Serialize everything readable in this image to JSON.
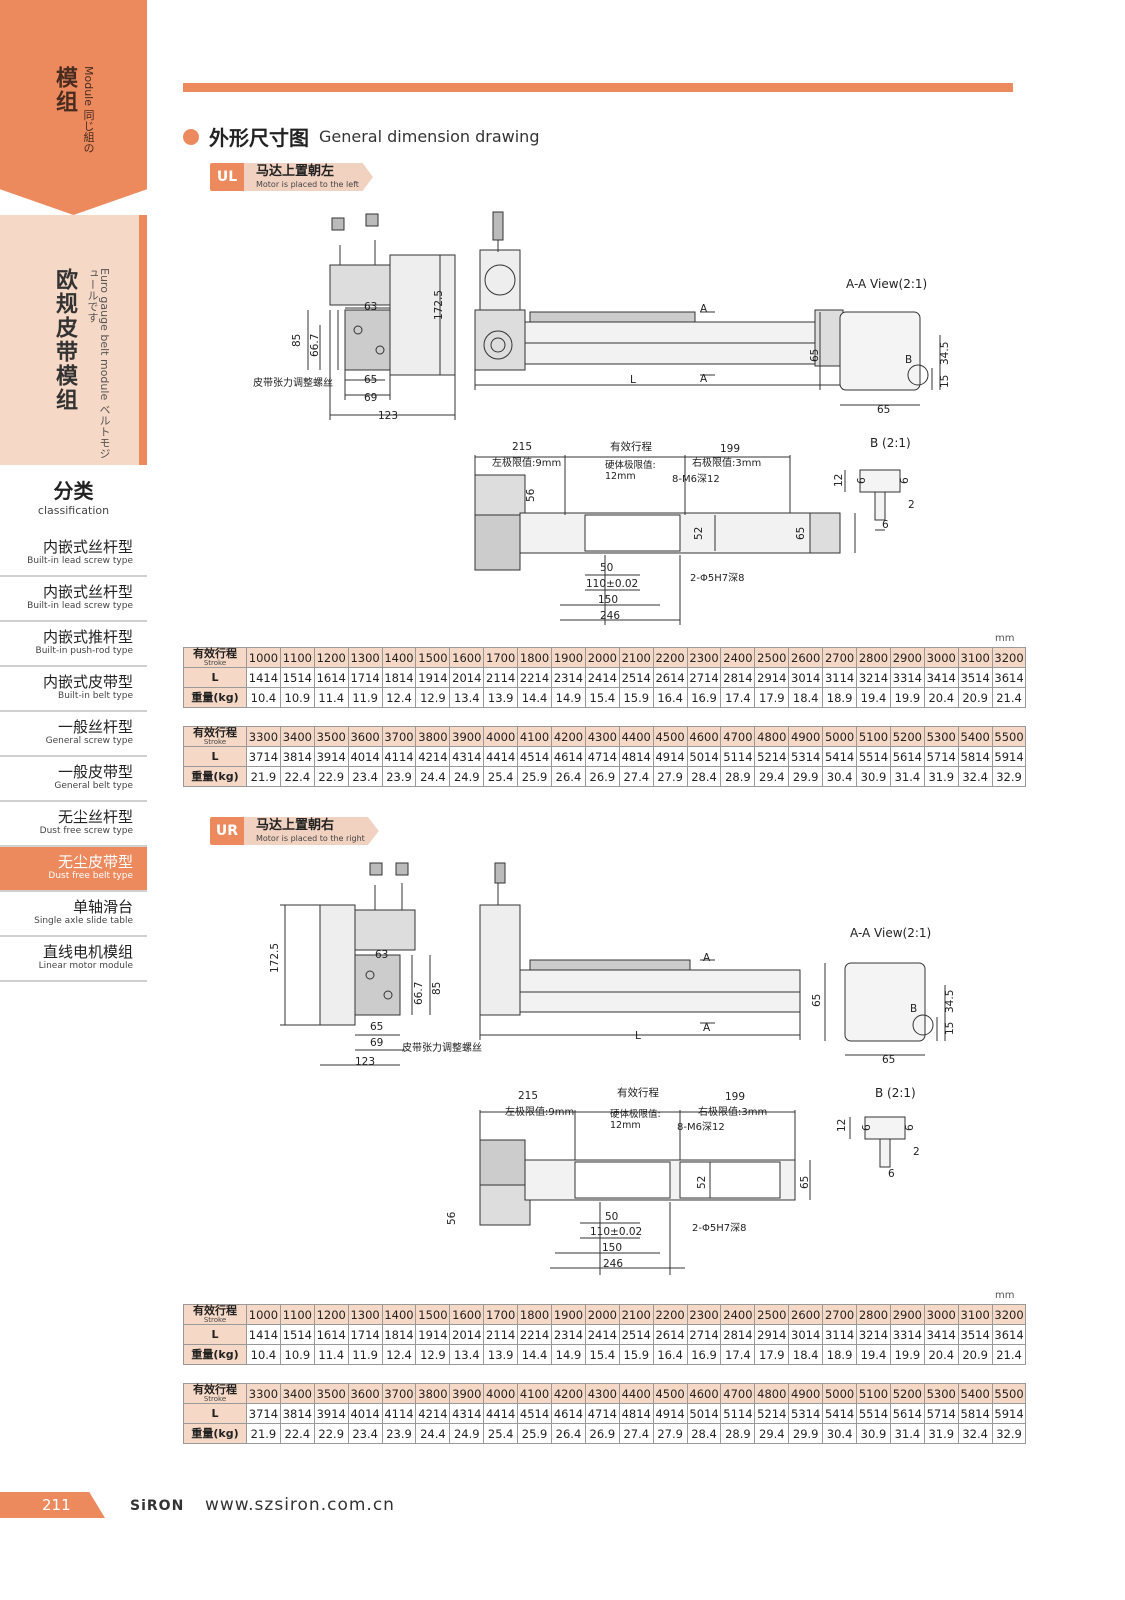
{
  "sidebar": {
    "module_zh": "模组",
    "module_en": "Module",
    "module_jp": "同じ組の",
    "series_zh": "欧规皮带模组",
    "series_en": "Euro gauge belt module",
    "series_jp": "ベルトモジュールです",
    "classification_zh": "分类",
    "classification_en": "classification",
    "nav": [
      {
        "zh": "内嵌式丝杆型",
        "en": "Built-in lead screw type"
      },
      {
        "zh": "内嵌式丝杆型",
        "en": "Built-in lead screw type"
      },
      {
        "zh": "内嵌式推杆型",
        "en": "Built-in push-rod type"
      },
      {
        "zh": "内嵌式皮带型",
        "en": "Built-in belt type"
      },
      {
        "zh": "一般丝杆型",
        "en": "General screw type"
      },
      {
        "zh": "一般皮带型",
        "en": "General belt type"
      },
      {
        "zh": "无尘丝杆型",
        "en": "Dust free screw type"
      },
      {
        "zh": "无尘皮带型",
        "en": "Dust free belt type"
      },
      {
        "zh": "单轴滑台",
        "en": "Single axle slide table"
      },
      {
        "zh": "直线电机模组",
        "en": "Linear motor module"
      }
    ],
    "active_index": 7
  },
  "section": {
    "zh": "外形尺寸图",
    "en": "General dimension drawing"
  },
  "ul": {
    "code": "UL",
    "zh": "马达上置朝左",
    "en": "Motor is placed to the left"
  },
  "ur": {
    "code": "UR",
    "zh": "马达上置朝右",
    "en": "Motor is placed to the right"
  },
  "dims": {
    "d63": "63",
    "d172": "172.5",
    "d85": "85",
    "d667": "66.7",
    "d65": "65",
    "d69": "69",
    "d123": "123",
    "tension": "皮带张力调整螺丝",
    "L": "L",
    "A": "A",
    "aa_view": "A-A View(2:1)",
    "b_view": "B (2:1)",
    "B": "B",
    "d345": "34.5",
    "d15": "15",
    "d215": "215",
    "stroke_label": "有效行程",
    "d199": "199",
    "left_limit": "左极限值:9mm",
    "hard_limit": "硬体极限值:",
    "hard_limit_v": "12mm",
    "right_limit": "右极限值:3mm",
    "m6": "8-M6深12",
    "d56": "56",
    "d52": "52",
    "d50": "50",
    "d110": "110±0.02",
    "d150": "150",
    "d246": "246",
    "phi5": "2-Φ5H7深8",
    "d12": "12",
    "d6": "6",
    "d2": "2"
  },
  "table": {
    "unit": "mm",
    "stroke_zh": "有效行程",
    "stroke_en": "Stroke",
    "l_label": "L",
    "weight_label": "重量(kg)",
    "block1": {
      "stroke": [
        "1000",
        "1100",
        "1200",
        "1300",
        "1400",
        "1500",
        "1600",
        "1700",
        "1800",
        "1900",
        "2000",
        "2100",
        "2200",
        "2300",
        "2400",
        "2500",
        "2600",
        "2700",
        "2800",
        "2900",
        "3000",
        "3100",
        "3200"
      ],
      "L": [
        "1414",
        "1514",
        "1614",
        "1714",
        "1814",
        "1914",
        "2014",
        "2114",
        "2214",
        "2314",
        "2414",
        "2514",
        "2614",
        "2714",
        "2814",
        "2914",
        "3014",
        "3114",
        "3214",
        "3314",
        "3414",
        "3514",
        "3614"
      ],
      "weight": [
        "10.4",
        "10.9",
        "11.4",
        "11.9",
        "12.4",
        "12.9",
        "13.4",
        "13.9",
        "14.4",
        "14.9",
        "15.4",
        "15.9",
        "16.4",
        "16.9",
        "17.4",
        "17.9",
        "18.4",
        "18.9",
        "19.4",
        "19.9",
        "20.4",
        "20.9",
        "21.4"
      ]
    },
    "block2": {
      "stroke": [
        "3300",
        "3400",
        "3500",
        "3600",
        "3700",
        "3800",
        "3900",
        "4000",
        "4100",
        "4200",
        "4300",
        "4400",
        "4500",
        "4600",
        "4700",
        "4800",
        "4900",
        "5000",
        "5100",
        "5200",
        "5300",
        "5400",
        "5500"
      ],
      "L": [
        "3714",
        "3814",
        "3914",
        "4014",
        "4114",
        "4214",
        "4314",
        "4414",
        "4514",
        "4614",
        "4714",
        "4814",
        "4914",
        "5014",
        "5114",
        "5214",
        "5314",
        "5414",
        "5514",
        "5614",
        "5714",
        "5814",
        "5914"
      ],
      "weight": [
        "21.9",
        "22.4",
        "22.9",
        "23.4",
        "23.9",
        "24.4",
        "24.9",
        "25.4",
        "25.9",
        "26.4",
        "26.9",
        "27.4",
        "27.9",
        "28.4",
        "28.9",
        "29.4",
        "29.9",
        "30.4",
        "30.9",
        "31.4",
        "31.9",
        "32.4",
        "32.9"
      ]
    }
  },
  "footer": {
    "page": "211",
    "logo": "SiRON",
    "url": "www.szsiron.com.cn"
  },
  "colors": {
    "accent": "#ec8a5e",
    "accent_light": "#f6d8c6"
  }
}
